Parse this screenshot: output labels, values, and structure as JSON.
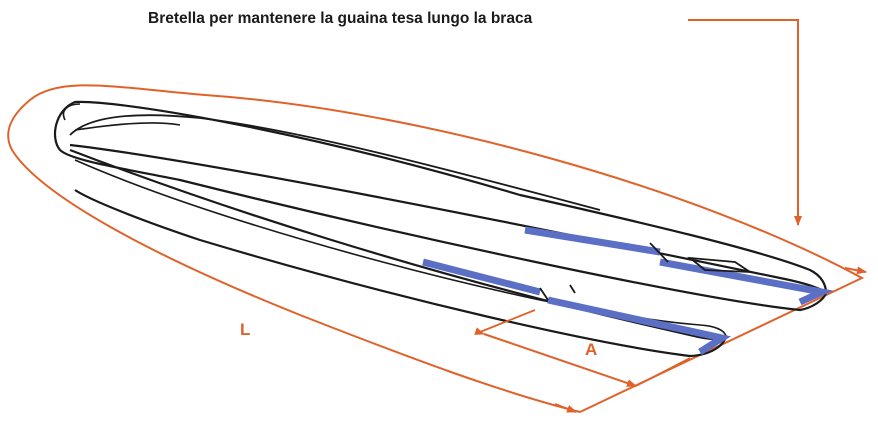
{
  "caption": "Bretella per mantenere la guaina tesa lungo la braca",
  "dimension_labels": {
    "length": "L",
    "strap_section": "A"
  },
  "colors": {
    "dimension_line": "#e0622a",
    "sheath_band": "#5b6fc4",
    "outline": "#1a1a1a",
    "caption_text": "#1a1a1a"
  }
}
